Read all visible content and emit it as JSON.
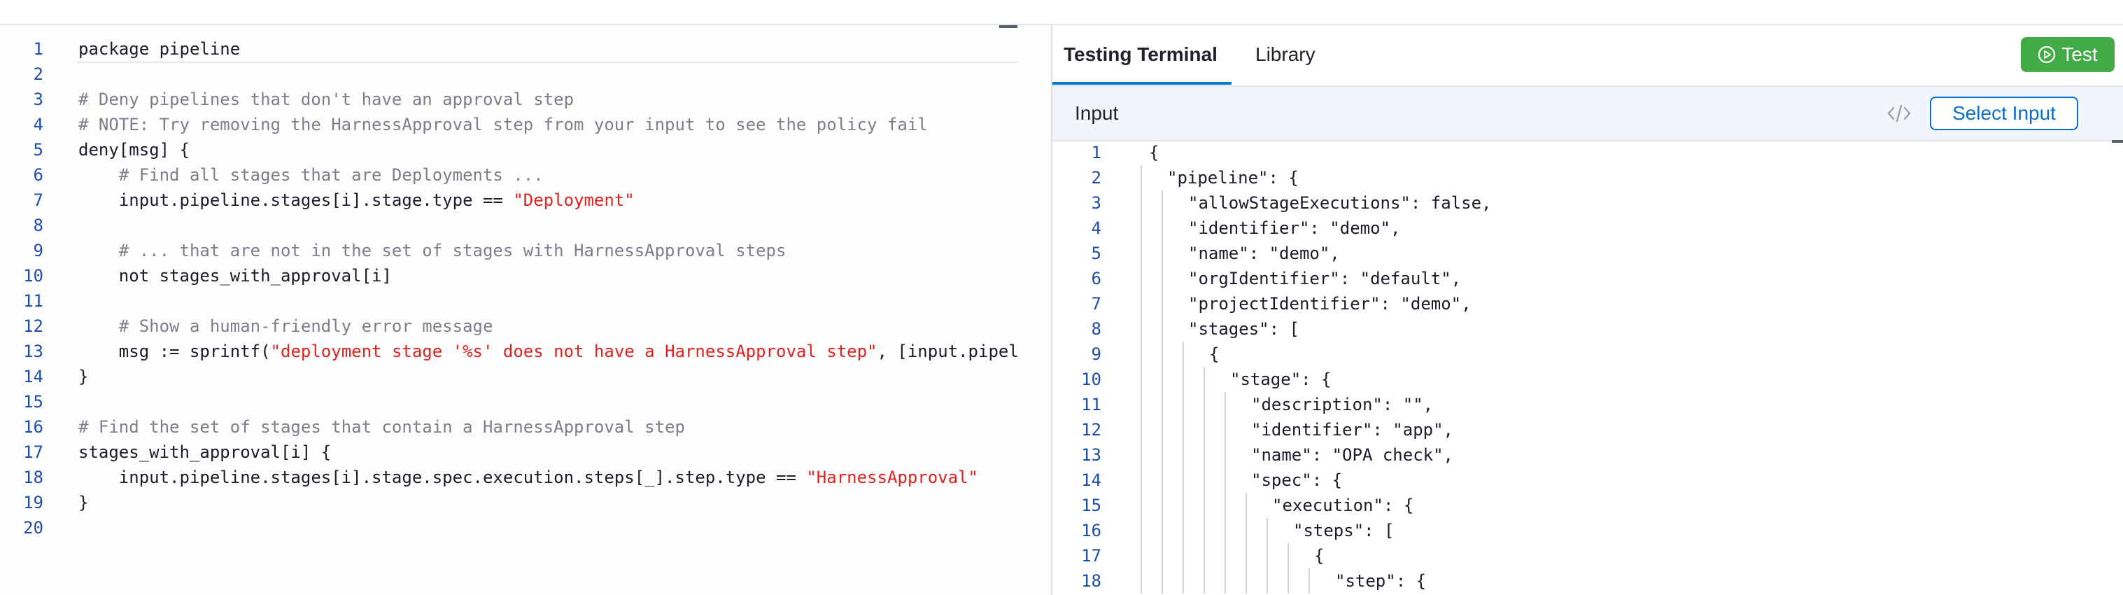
{
  "editor": {
    "lines": [
      {
        "n": "1",
        "parts": [
          {
            "t": "package pipeline"
          }
        ]
      },
      {
        "n": "2",
        "parts": [
          {
            "t": ""
          }
        ]
      },
      {
        "n": "3",
        "parts": [
          {
            "t": "# Deny pipelines that don't have an approval step",
            "c": "comment"
          }
        ]
      },
      {
        "n": "4",
        "parts": [
          {
            "t": "# NOTE: Try removing the HarnessApproval step from your input to see the policy fail",
            "c": "comment"
          }
        ]
      },
      {
        "n": "5",
        "parts": [
          {
            "t": "deny[msg] {"
          }
        ]
      },
      {
        "n": "6",
        "parts": [
          {
            "t": "    "
          },
          {
            "t": "# Find all stages that are Deployments ...",
            "c": "comment"
          }
        ]
      },
      {
        "n": "7",
        "parts": [
          {
            "t": "    input.pipeline.stages[i].stage.type == "
          },
          {
            "t": "\"Deployment\"",
            "c": "string"
          }
        ]
      },
      {
        "n": "8",
        "parts": [
          {
            "t": ""
          }
        ]
      },
      {
        "n": "9",
        "parts": [
          {
            "t": "    "
          },
          {
            "t": "# ... that are not in the set of stages with HarnessApproval steps",
            "c": "comment"
          }
        ]
      },
      {
        "n": "10",
        "parts": [
          {
            "t": "    not stages_with_approval[i]"
          }
        ]
      },
      {
        "n": "11",
        "parts": [
          {
            "t": ""
          }
        ]
      },
      {
        "n": "12",
        "parts": [
          {
            "t": "    "
          },
          {
            "t": "# Show a human-friendly error message",
            "c": "comment"
          }
        ]
      },
      {
        "n": "13",
        "parts": [
          {
            "t": "    msg := sprintf("
          },
          {
            "t": "\"deployment stage '%s' does not have a HarnessApproval step\"",
            "c": "string"
          },
          {
            "t": ", [input.pipel"
          }
        ]
      },
      {
        "n": "14",
        "parts": [
          {
            "t": "}"
          }
        ]
      },
      {
        "n": "15",
        "parts": [
          {
            "t": ""
          }
        ]
      },
      {
        "n": "16",
        "parts": [
          {
            "t": "# Find the set of stages that contain a HarnessApproval step",
            "c": "comment"
          }
        ]
      },
      {
        "n": "17",
        "parts": [
          {
            "t": "stages_with_approval[i] {"
          }
        ]
      },
      {
        "n": "18",
        "parts": [
          {
            "t": "    input.pipeline.stages[i].stage.spec.execution.steps[_].step.type == "
          },
          {
            "t": "\"HarnessApproval\"",
            "c": "string"
          }
        ]
      },
      {
        "n": "19",
        "parts": [
          {
            "t": "}"
          }
        ]
      },
      {
        "n": "20",
        "parts": [
          {
            "t": ""
          }
        ]
      }
    ]
  },
  "panel": {
    "tabs": [
      {
        "label": "Testing Terminal",
        "active": true
      },
      {
        "label": "Library",
        "active": false
      }
    ],
    "test_button": "Test",
    "input_title": "Input",
    "select_input_button": "Select Input",
    "icons": {
      "test": "play-circle-icon",
      "code": "code-icon"
    },
    "json_lines": [
      {
        "n": "1",
        "depth": 0,
        "text": "{"
      },
      {
        "n": "2",
        "depth": 1,
        "text": "\"pipeline\": {"
      },
      {
        "n": "3",
        "depth": 2,
        "text": "\"allowStageExecutions\": false,"
      },
      {
        "n": "4",
        "depth": 2,
        "text": "\"identifier\": \"demo\","
      },
      {
        "n": "5",
        "depth": 2,
        "text": "\"name\": \"demo\","
      },
      {
        "n": "6",
        "depth": 2,
        "text": "\"orgIdentifier\": \"default\","
      },
      {
        "n": "7",
        "depth": 2,
        "text": "\"projectIdentifier\": \"demo\","
      },
      {
        "n": "8",
        "depth": 2,
        "text": "\"stages\": ["
      },
      {
        "n": "9",
        "depth": 3,
        "text": "{"
      },
      {
        "n": "10",
        "depth": 4,
        "text": "\"stage\": {"
      },
      {
        "n": "11",
        "depth": 5,
        "text": "\"description\": \"\","
      },
      {
        "n": "12",
        "depth": 5,
        "text": "\"identifier\": \"app\","
      },
      {
        "n": "13",
        "depth": 5,
        "text": "\"name\": \"OPA check\","
      },
      {
        "n": "14",
        "depth": 5,
        "text": "\"spec\": {"
      },
      {
        "n": "15",
        "depth": 6,
        "text": "\"execution\": {"
      },
      {
        "n": "16",
        "depth": 7,
        "text": "\"steps\": ["
      },
      {
        "n": "17",
        "depth": 8,
        "text": "{"
      },
      {
        "n": "18",
        "depth": 9,
        "text": "\"step\": {"
      }
    ]
  },
  "colors": {
    "accent": "#0278d5",
    "test_button": "#42ab45",
    "line_number": "#1f4ea8",
    "string": "#e0221f",
    "comment": "#7b7f88"
  }
}
